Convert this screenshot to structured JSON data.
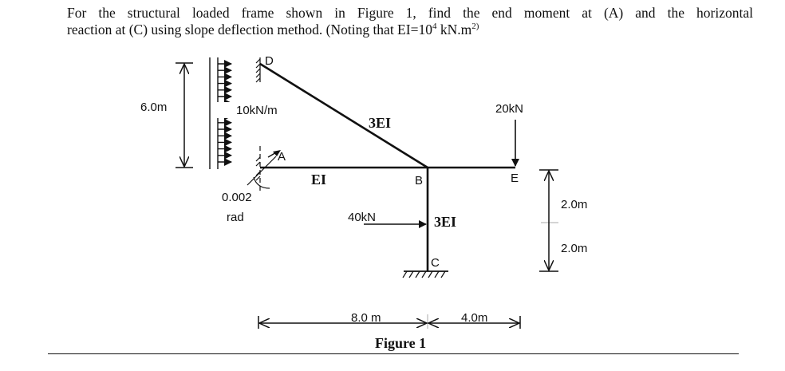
{
  "problem": {
    "line1": "For the structural loaded frame shown in Figure 1, find the end moment at (A) and the horizontal",
    "line2_pre": "reaction at (C) using slope deflection method. (Noting that EI=10",
    "line2_sup1": "4",
    "line2_mid": " kN.m",
    "line2_sup2": "2)"
  },
  "figure": {
    "caption": "Figure 1",
    "node_labels": {
      "A": "A",
      "B": "B",
      "C": "C",
      "D": "D",
      "E": "E"
    },
    "member_labels": {
      "AB": "EI",
      "BD": "3EI",
      "BC": "3EI"
    },
    "loads": {
      "distributed": "10kN/m",
      "point_E": "20kN",
      "point_BC": "40kN"
    },
    "support_A": {
      "rotation_value": "0.002",
      "rotation_unit": "rad"
    },
    "dimensions": {
      "left_height": "6.0m",
      "span_AB": "8.0 m",
      "span_BE": "4.0m",
      "upper_BC": "2.0m",
      "lower_BC": "2.0m"
    }
  }
}
